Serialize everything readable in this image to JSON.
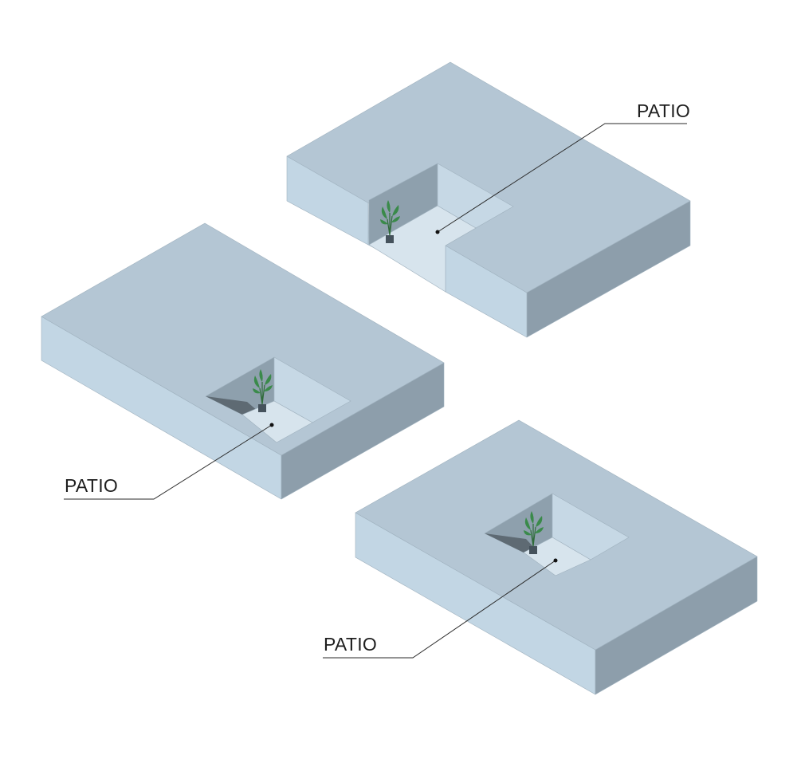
{
  "colors": {
    "top": "#b4c6d4",
    "front_left": "#c2d6e4",
    "front_right": "#8d9eab",
    "inner_dark": "#8ea0ad",
    "inner_light": "#c6d8e5",
    "patio_floor": "#d7e4ed",
    "shadow": "#5e6a73",
    "leaf": "#3a8a4a",
    "pot": "#45525c"
  },
  "diagrams": [
    {
      "label": "PATIO",
      "variant": "corner-notch"
    },
    {
      "label": "PATIO",
      "variant": "central-courtyard"
    },
    {
      "label": "PATIO",
      "variant": "central-courtyard"
    }
  ]
}
